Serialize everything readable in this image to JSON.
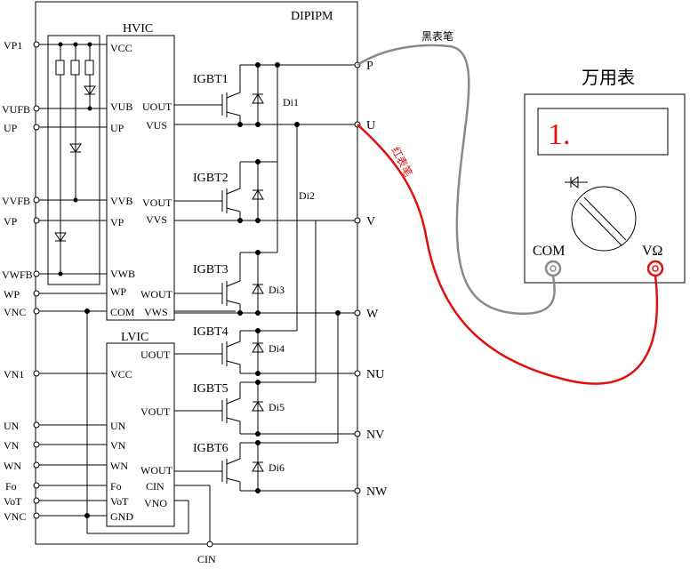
{
  "module": {
    "title": "DIPIPM"
  },
  "hvic": {
    "title": "HVIC",
    "pins_left": [
      "VCC",
      "VUB",
      "UP",
      "VVB",
      "VP",
      "VWB",
      "WP",
      "COM"
    ],
    "pins_right": [
      "UOUT",
      "VUS",
      "VOUT",
      "VVS",
      "WOUT",
      "VWS"
    ]
  },
  "lvic": {
    "title": "LVIC",
    "pins_left": [
      "VCC",
      "UN",
      "VN",
      "WN",
      "Fo",
      "VoT",
      "GND"
    ],
    "pins_right": [
      "UOUT",
      "VOUT",
      "WOUT",
      "CIN",
      "VNO"
    ]
  },
  "left_terminals": [
    "VP1",
    "VUFB",
    "UP",
    "VVFB",
    "VP",
    "VWFB",
    "WP",
    "VNC",
    "VN1",
    "UN",
    "VN",
    "WN",
    "Fo",
    "VoT",
    "VNC"
  ],
  "right_terminals": [
    "P",
    "U",
    "V",
    "W",
    "NU",
    "NV",
    "NW"
  ],
  "bottom_terminal": "CIN",
  "igbts": [
    "IGBT1",
    "IGBT2",
    "IGBT3",
    "IGBT4",
    "IGBT5",
    "IGBT6"
  ],
  "diodes": [
    "Di1",
    "Di2",
    "Di3",
    "Di4",
    "Di5",
    "Di6"
  ],
  "multimeter": {
    "title": "万用表",
    "display": "1.",
    "com_label": "COM",
    "v_label": "VΩ"
  },
  "probes": {
    "black": "黑表笔",
    "red": "红表笔"
  },
  "colors": {
    "red_probe": "#e01010",
    "black_probe": "#8a8a8a",
    "display_text": "#e01010"
  }
}
